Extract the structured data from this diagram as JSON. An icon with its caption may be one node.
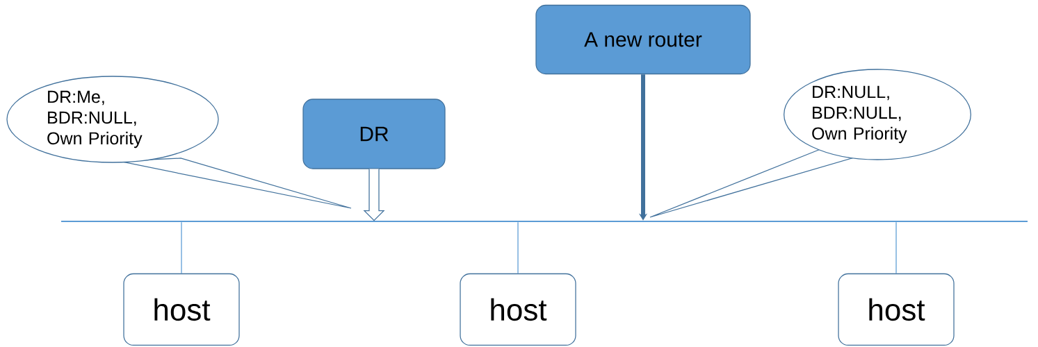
{
  "diagram": {
    "nodes": [
      {
        "text": [
          "DR:Me, BDR:NULL, Own Priority"
        ]
      },
      {
        "text": [
          "DR"
        ]
      },
      {
        "text": [
          "A new router"
        ]
      },
      {
        "text": [
          "DR:NULL, BDR:NULL, Own Priority"
        ]
      },
      {
        "text": [],
        "shape": "line"
      },
      {
        "text": [
          "host"
        ]
      },
      {
        "text": [
          "host"
        ]
      },
      {
        "text": [
          "host"
        ]
      }
    ],
    "edges": [
      {
        "from": 1,
        "to": 4,
        "arrow": "to"
      },
      {
        "from": 2,
        "to": 4,
        "arrow": "to",
        "style": "thick"
      },
      {
        "from": 4,
        "to": 5,
        "arrow": "none"
      },
      {
        "from": 4,
        "to": 6,
        "arrow": "none"
      },
      {
        "from": 4,
        "to": 7,
        "arrow": "none"
      }
    ]
  }
}
